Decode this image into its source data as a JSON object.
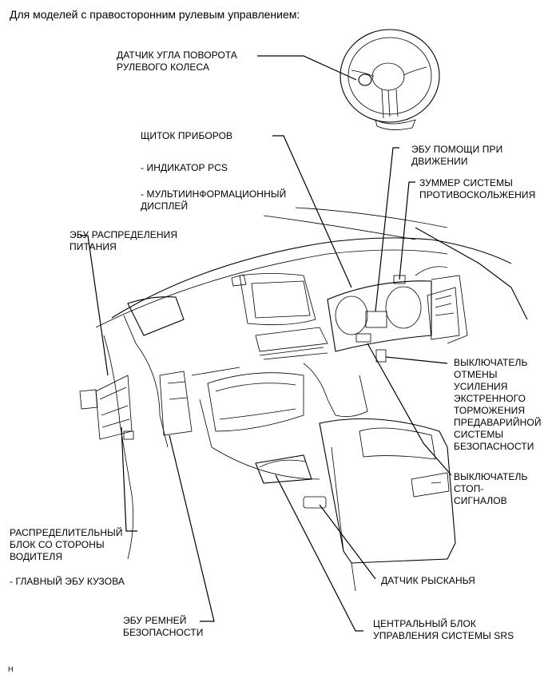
{
  "header": "Для моделей с правосторонним рулевым управлением:",
  "labels": {
    "steering_sensor": "ДАТЧИК УГЛА ПОВОРОТА\nРУЛЕВОГО КОЛЕСА",
    "meter": "ЩИТОК ПРИБОРОВ",
    "pcs_indicator": "- ИНДИКАТОР PCS",
    "multi_display": "- МУЛЬТИИНФОРМАЦИОННЫЙ\nДИСПЛЕЙ",
    "driving_support_ecu": "ЭБУ ПОМОЩИ ПРИ\nДВИЖЕНИИ",
    "skid_buzzer": "ЗУММЕР СИСТЕМЫ\nПРОТИВОСКОЛЬЖЕНИЯ",
    "power_dist_ecu": "ЭБУ РАСПРЕДЕЛЕНИЯ\nПИТАНИЯ",
    "brake_assist_cancel": "ВЫКЛЮЧАТЕЛЬ\nОТМЕНЫ\nУСИЛЕНИЯ\nЭКСТРЕННОГО\nТОРМОЖЕНИЯ\nПРЕДАВАРИЙНОЙ\nСИСТЕМЫ\nБЕЗОПАСНОСТИ",
    "stop_light_switch": "ВЫКЛЮЧАТЕЛЬ\nСТОП-\nСИГНАЛОВ",
    "driver_junction": "РАСПРЕДЕЛИТЕЛЬНЫЙ\nБЛОК СО СТОРОНЫ\nВОДИТЕЛЯ",
    "main_body_ecu": "- ГЛАВНЫЙ ЭБУ КУЗОВА",
    "yaw_sensor": "ДАТЧИК РЫСКАНЬЯ",
    "seatbelt_ecu": "ЭБУ РЕМНЕЙ\nБЕЗОПАСНОСТИ",
    "srs_center": "ЦЕНТРАЛЬНЫЙ БЛОК\nУПРАВЛЕНИЯ СИСТЕМЫ SRS"
  },
  "footer": "H"
}
